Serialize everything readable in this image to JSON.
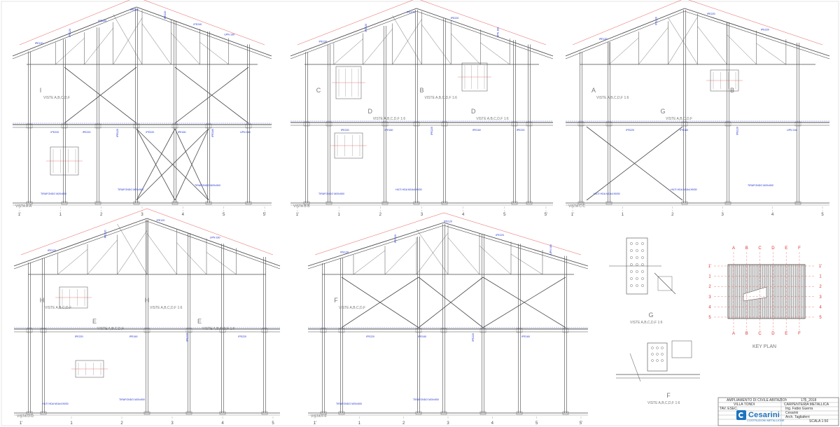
{
  "colors": {
    "structure": "#4a4a4a",
    "dimension": "#e03030",
    "label": "#1a2fd0",
    "detail": "#777777",
    "brand": "#1e73be"
  },
  "views": [
    {
      "id": "A-A",
      "title": "VISTA A-A",
      "axes": [
        "1'",
        "1",
        "2",
        "3",
        "4",
        "5",
        "5'"
      ],
      "details": [
        {
          "letter": "I",
          "text": "VISTE A,B,C,D,F"
        }
      ],
      "notes": [
        "TIRAFONDO M20x500",
        "TIRAFONDO M20x500",
        "TIRAFONDO M20x500"
      ],
      "profiles": [
        "IPE120",
        "IPE220",
        "IPE120",
        "IPE220",
        "IPE220",
        "IPE120",
        "IPE220",
        "IPE220",
        "IPE220",
        "IPE160",
        "IPE240",
        "IPE160",
        "UPN 160",
        "UPN 160"
      ]
    },
    {
      "id": "B-B",
      "title": "VISTA B-B",
      "axes": [
        "1'",
        "1",
        "2",
        "3",
        "4",
        "5",
        "5'"
      ],
      "details": [
        {
          "letter": "C",
          "text": ""
        },
        {
          "letter": "D",
          "text": "VISTE A,B,C,D,F   1:6"
        },
        {
          "letter": "B",
          "text": "VISTE A,B,C,D,F   1:6"
        },
        {
          "letter": "D",
          "text": "VISTE A,B,C,D,F   1:6"
        }
      ],
      "notes": [
        "TIRAFONDO M20x500",
        "HILTI HDA M16x190/30"
      ],
      "profiles": [
        "IPE120",
        "IPE220",
        "IPE220",
        "IPE160",
        "IPE120",
        "IPE220",
        "IPE220",
        "IPE160",
        "UPN 160",
        "IPE220"
      ]
    },
    {
      "id": "C-C",
      "title": "VISTA C-C",
      "axes": [
        "1'",
        "1",
        "2",
        "3",
        "4",
        "5"
      ],
      "details": [
        {
          "letter": "A",
          "text": "VISTE A,B,C,D,F   1:6"
        },
        {
          "letter": "G",
          "text": "VISTE A,B,C,D,F"
        },
        {
          "letter": "B",
          "text": ""
        }
      ],
      "notes": [
        "HILTI HDA M16x190/30",
        "HILTI HDA M16x190/30",
        "TIRAFONDO M20x500"
      ],
      "profiles": [
        "IPE120",
        "IPE220",
        "IPE220",
        "IPE160",
        "IPE220",
        "IPE120",
        "IPE220",
        "UPN 160"
      ]
    },
    {
      "id": "D-D",
      "title": "VISTA D-D",
      "axes": [
        "1'",
        "1",
        "2",
        "3",
        "4",
        "5"
      ],
      "details": [
        {
          "letter": "H",
          "text": "VISTE A,B,C,D,F"
        },
        {
          "letter": "E",
          "text": "VISTE A,B,C,D,F"
        },
        {
          "letter": "H",
          "text": "VISTE A,B,C,D,F   1:6"
        },
        {
          "letter": "E",
          "text": "VISTE A,B,C,D,F   1:6"
        }
      ],
      "notes": [
        "HILTI HDA M16x190/30",
        "TIRAFONDO M20x500"
      ],
      "profiles": [
        "IPE120",
        "IPE220",
        "IPE220",
        "IPE160",
        "IPE120",
        "IPE220",
        "UPN 160",
        "IPE220"
      ]
    },
    {
      "id": "F-F",
      "title": "VISTA F-F",
      "axes": [
        "1'",
        "1",
        "2",
        "3",
        "4",
        "5",
        "5'"
      ],
      "details": [
        {
          "letter": "F",
          "text": "VISTE A,B,C,D,F"
        }
      ],
      "notes": [
        "TIRAFONDO M20x500",
        "TIRAFONDO M20x500"
      ],
      "profiles": [
        "IPE120",
        "IPE220",
        "IPE220",
        "IPE160",
        "IPE120",
        "IPE220",
        "IPE220",
        "IPE160",
        "UPN 160"
      ]
    }
  ],
  "standalone_details": [
    {
      "letter": "G",
      "text": "VISTE A,B,C,D,F   1:6"
    },
    {
      "letter": "F",
      "text": "VISTE A,B,C,D,F   1:6"
    }
  ],
  "key_plan": {
    "title": "KEY PLAN",
    "columns": [
      "A",
      "B",
      "C",
      "D",
      "E",
      "F"
    ],
    "rows": [
      "1'",
      "1",
      "2",
      "3",
      "4",
      "5"
    ]
  },
  "title_block": {
    "client_line": "AMPLIAMENTO DI CIVILE ABITAZIONE",
    "project_line": "VILLA TONDI",
    "code": "175_2018",
    "drawing_title": "CARPENTERIA METALLICA",
    "rows": [
      "TAV. ESEC.",
      "Ing. Fabio Guerra",
      "Cesarini",
      "Arch. Tagliaferri",
      "SCALA 1:50"
    ]
  },
  "logo": {
    "name": "Cesarini",
    "tagline": "COSTRUZIONI METALLICHE"
  }
}
